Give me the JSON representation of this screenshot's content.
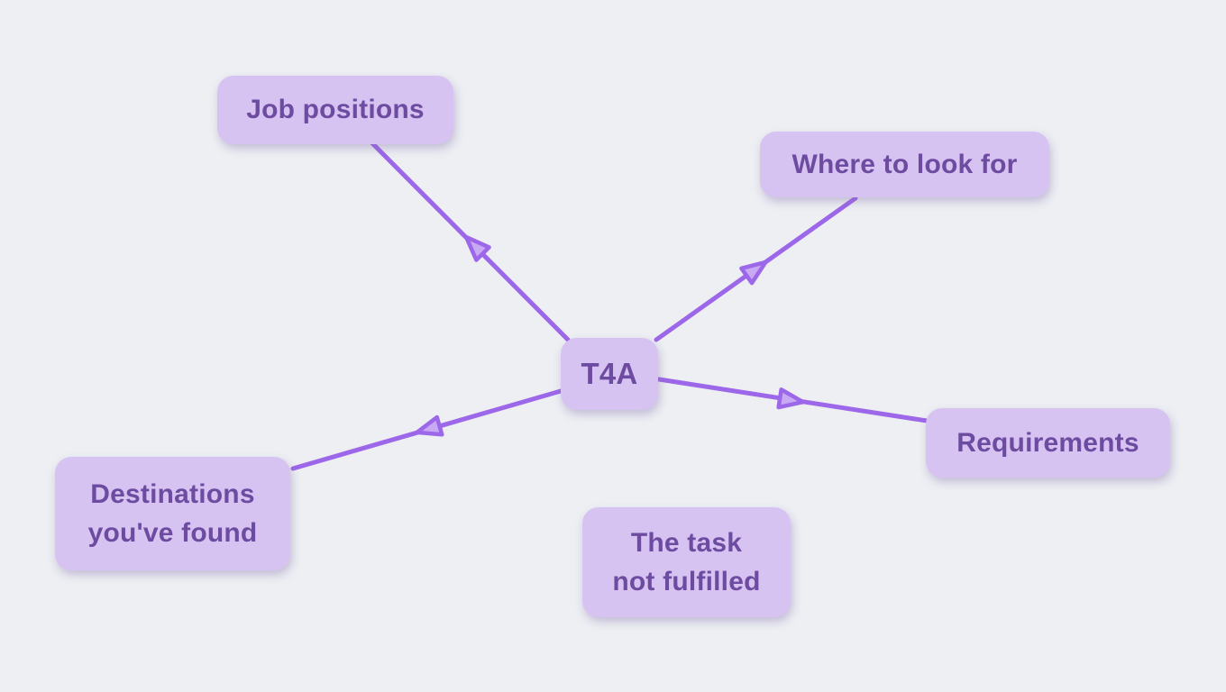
{
  "app": {
    "view": "mind-map-canvas",
    "background": "#edeff3"
  },
  "colors": {
    "node_fill": "#d7c3f2",
    "node_text": "#6d4ba1",
    "edge_line": "#9c67e8",
    "arrowhead_fill": "#c8a9f3"
  },
  "mindmap": {
    "root": {
      "label": "T4A"
    },
    "nodes": [
      {
        "label": "Job positions"
      },
      {
        "label": "Where to look for"
      },
      {
        "label": "Requirements"
      },
      {
        "label": "Destinations\nyou've found"
      },
      {
        "label": "The task\nnot fulfilled"
      }
    ],
    "edges": [
      {
        "from": "T4A",
        "to": "Job positions",
        "arrow": "toward-child"
      },
      {
        "from": "T4A",
        "to": "Where to look for",
        "arrow": "toward-child"
      },
      {
        "from": "T4A",
        "to": "Requirements",
        "arrow": "toward-child"
      },
      {
        "from": "T4A",
        "to": "Destinations you've found",
        "arrow": "toward-child"
      }
    ]
  }
}
